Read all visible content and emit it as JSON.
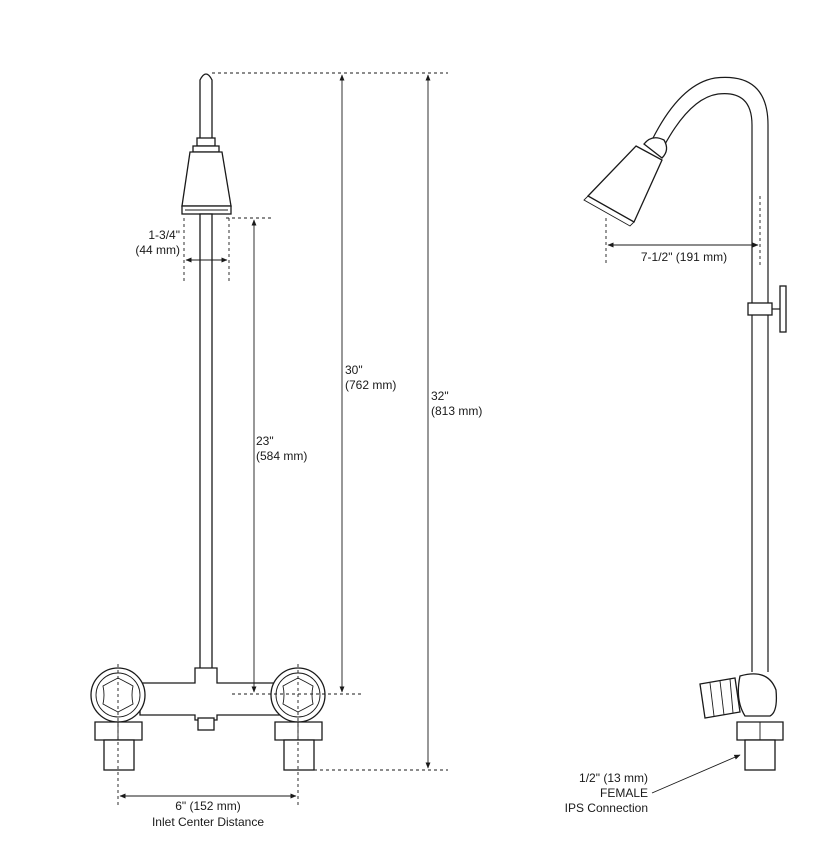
{
  "front_view": {
    "head_diameter": {
      "imperial": "1-3/4\"",
      "metric": "(44 mm)"
    },
    "pipe_height": {
      "imperial": "23\"",
      "metric": "(584 mm)"
    },
    "riser_height": {
      "imperial": "30\"",
      "metric": "(762 mm)"
    },
    "overall_height": {
      "imperial": "32\"",
      "metric": "(813 mm)"
    },
    "inlet_center": {
      "imperial": "6\" (152 mm)",
      "caption": "Inlet Center Distance"
    }
  },
  "side_view": {
    "head_projection": {
      "label": "7-1/2\" (191 mm)"
    },
    "connection": {
      "size": "1/2\" (13 mm)",
      "type": "FEMALE",
      "kind": "IPS Connection"
    }
  }
}
